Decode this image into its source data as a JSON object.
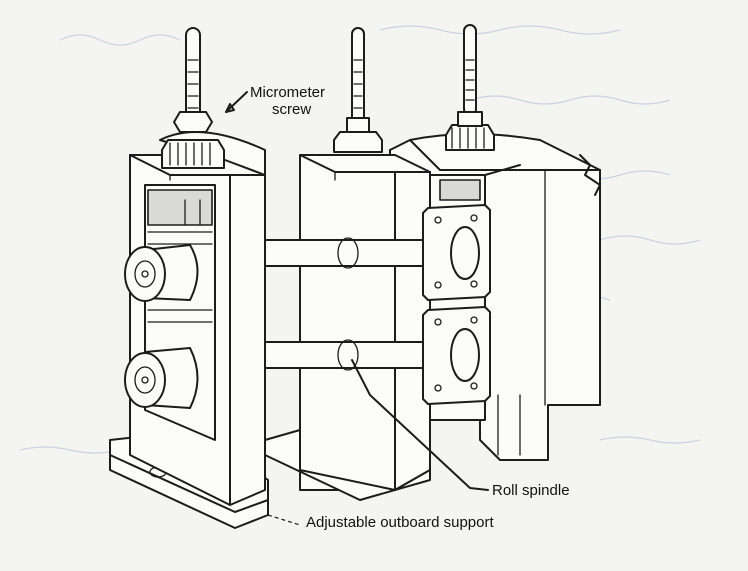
{
  "labels": {
    "micrometer_line1": "Micrometer",
    "micrometer_line2": "screw",
    "roll_spindle": "Roll spindle",
    "outboard_support": "Adjustable outboard support"
  }
}
